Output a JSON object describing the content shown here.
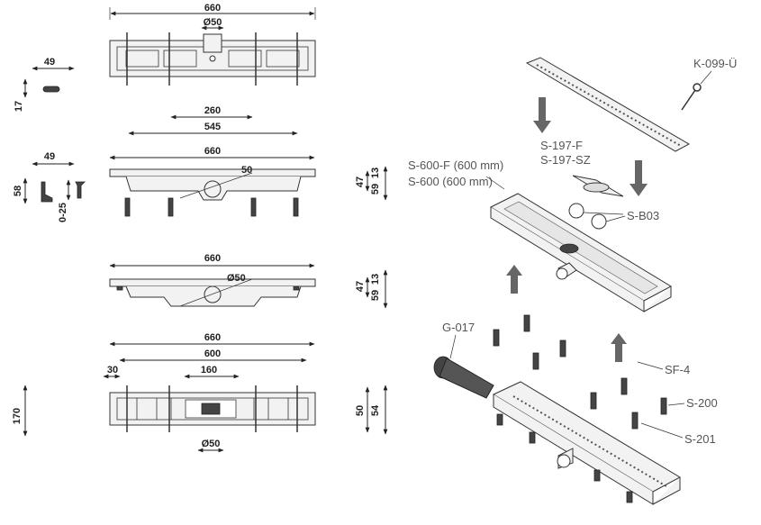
{
  "dimensions": {
    "top_view_width": "660",
    "top_view_outlet": "Ø50",
    "clip_width_1": "49",
    "clip_height": "17",
    "grate_260": "260",
    "grate_545": "545",
    "side1_width": "660",
    "side1_outlet": "50",
    "clip_width_2": "49",
    "clip_height_58": "58",
    "clip_range": "0-25",
    "side1_h47": "47",
    "side1_h59": "59",
    "side1_h13": "13",
    "side2_width": "660",
    "side2_outlet": "Ø50",
    "side2_h47": "47",
    "side2_h59": "59",
    "side2_h13": "13",
    "bottom_660": "660",
    "bottom_600": "600",
    "bottom_30": "30",
    "bottom_160": "160",
    "bottom_outlet": "Ø50",
    "bottom_height": "170",
    "bottom_h50": "50",
    "bottom_h54": "54"
  },
  "labels": {
    "k099": "K-099-Ü",
    "s197f": "S-197-F",
    "s197sz": "S-197-SZ",
    "s600f": "S-600-F  (600 mm)",
    "s600": "S-600     (600 mm)",
    "sb03": "S-B03",
    "g017": "G-017",
    "sf4": "SF-4",
    "s200": "S-200",
    "s201": "S-201"
  }
}
